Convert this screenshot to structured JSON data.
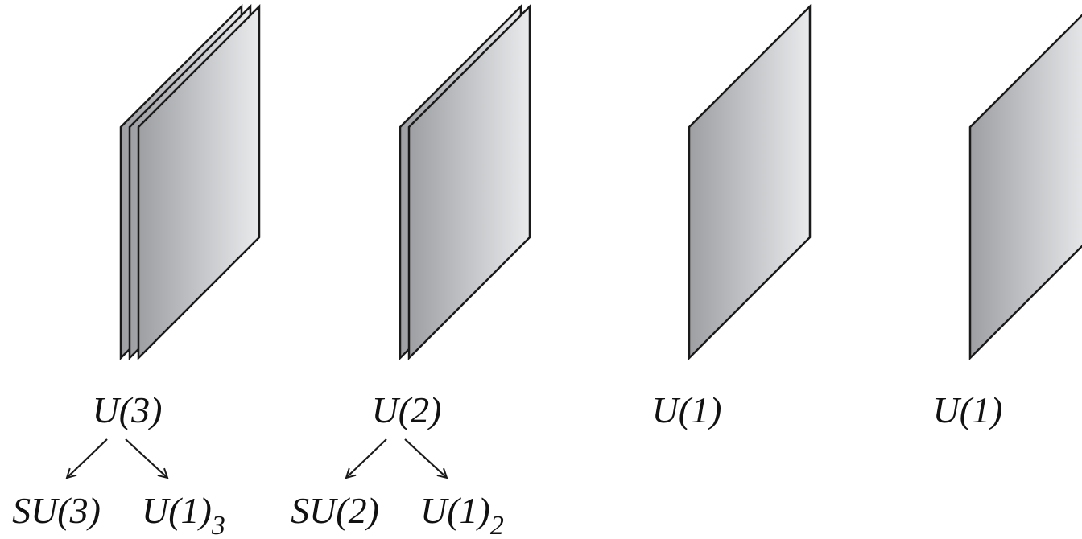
{
  "colors": {
    "stroke": "#1a1a1a",
    "sheet_dark": "#9e9fa3",
    "sheet_light": "#e9eaec"
  },
  "stacks": [
    {
      "label": "U(3)",
      "sheet_count": 3,
      "breakdown": {
        "left": "SU(3)",
        "right_main": "U(1)",
        "right_sub": "3"
      }
    },
    {
      "label": "U(2)",
      "sheet_count": 2,
      "breakdown": {
        "left": "SU(2)",
        "right_main": "U(1)",
        "right_sub": "2"
      }
    },
    {
      "label": "U(1)",
      "sheet_count": 1
    },
    {
      "label": "U(1)",
      "sheet_count": 1
    }
  ]
}
